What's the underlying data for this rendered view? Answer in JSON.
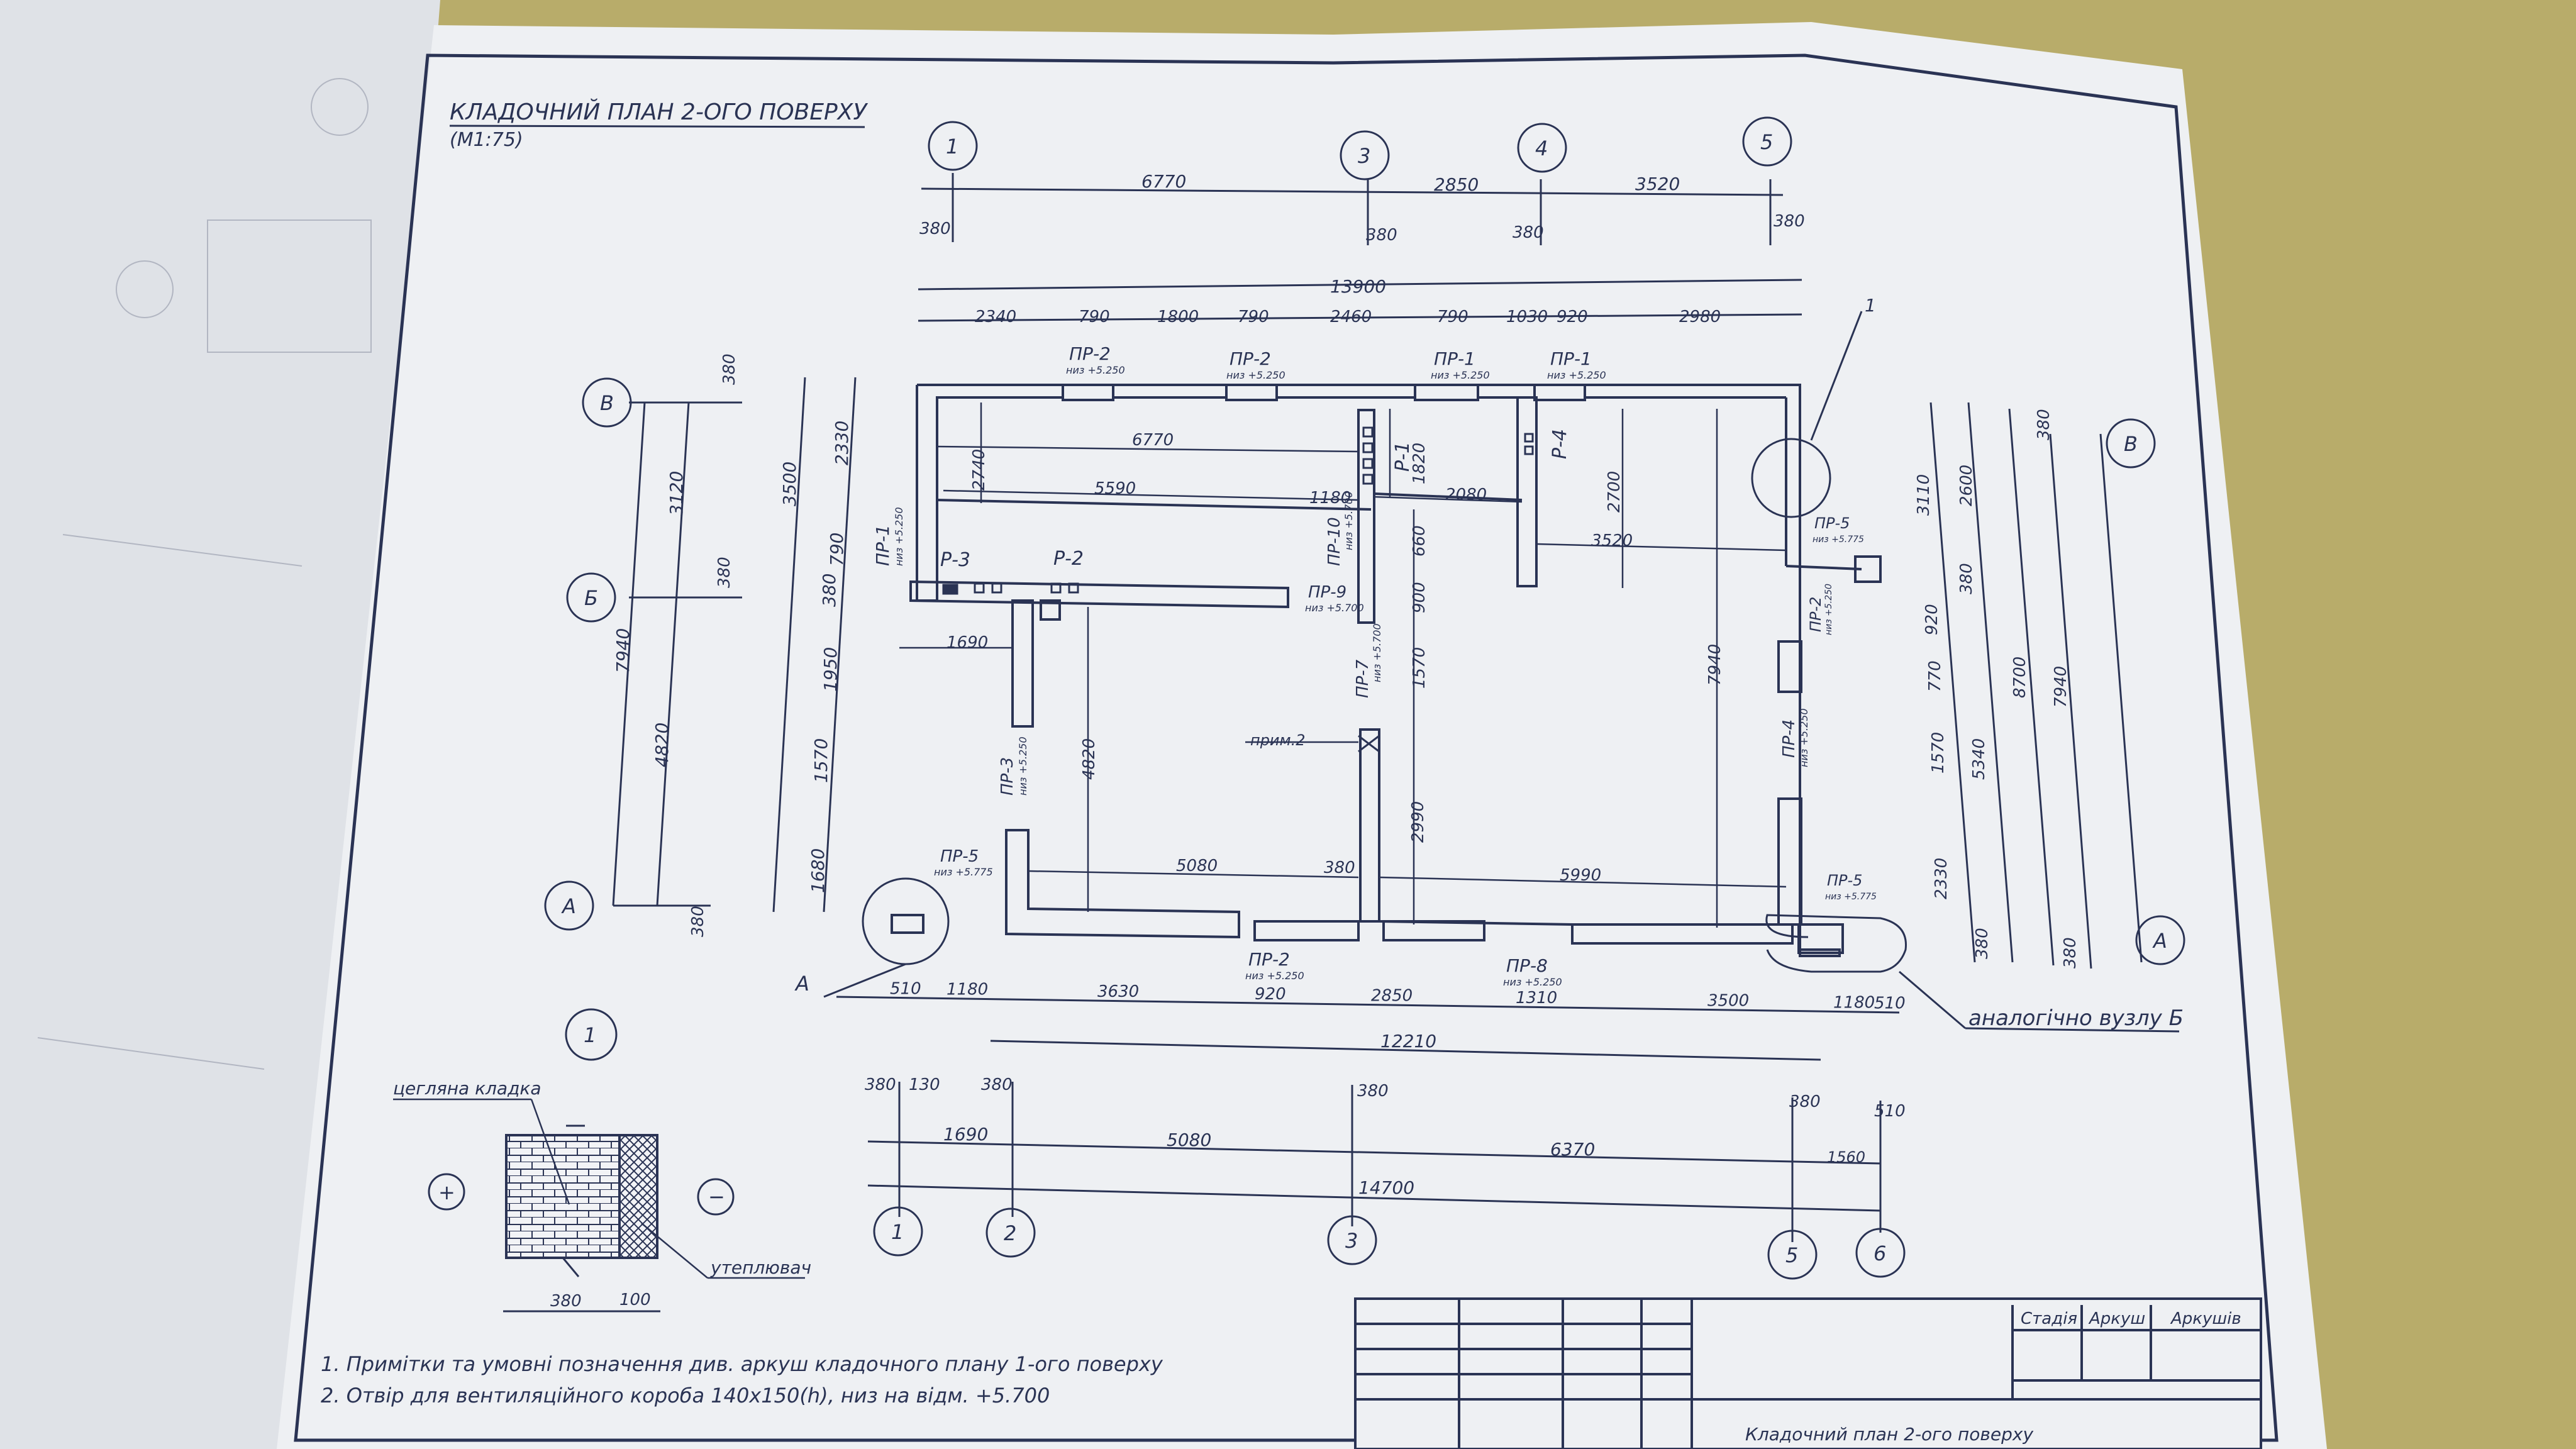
{
  "sheet": {
    "title": "КЛАДОЧНИЙ ПЛАН 2-ОГО ПОВЕРХУ",
    "scale": "(М1:75)"
  },
  "axes_top": [
    "1",
    "3",
    "4",
    "5"
  ],
  "axes_bottom": [
    "1",
    "2",
    "3",
    "5",
    "6"
  ],
  "axes_left": [
    "В",
    "Б",
    "А"
  ],
  "axes_right": [
    "В",
    "А"
  ],
  "dims_top_row1": [
    "6770",
    "2850",
    "3520"
  ],
  "dims_top_small": [
    "380",
    "380",
    "380",
    "380"
  ],
  "dim_overall_top": "13900",
  "dims_top_row3": [
    "2340",
    "790",
    "1800",
    "790",
    "2460",
    "790",
    "1030",
    "920",
    "2980"
  ],
  "lintels_top": [
    {
      "name": "ПР-2",
      "level": "низ +5.250"
    },
    {
      "name": "ПР-2",
      "level": "низ +5.250"
    },
    {
      "name": "ПР-1",
      "level": "низ +5.250"
    },
    {
      "name": "ПР-1",
      "level": "низ +5.250"
    }
  ],
  "dims_left": [
    "380",
    "3120",
    "380",
    "7940",
    "4820",
    "380"
  ],
  "dims_left_inner": [
    "3500",
    "2330",
    "790",
    "380",
    "1950",
    "1570",
    "1680"
  ],
  "dims_right": [
    "380",
    "3110",
    "2600",
    "380",
    "920",
    "770",
    "1570",
    "5340",
    "8700",
    "7940",
    "2330",
    "380",
    "380"
  ],
  "interior_dims": [
    "6770",
    "5590",
    "1180",
    "2740",
    "1820",
    "2080",
    "2700",
    "3520",
    "660",
    "900",
    "1570",
    "2990",
    "7940",
    "1690",
    "4820",
    "5080",
    "380",
    "5990"
  ],
  "plan_labels": {
    "p1": "Р-1",
    "p2": "Р-2",
    "p3": "Р-3",
    "p4": "Р-4",
    "pr1_left": "ПР-1",
    "pr1_left_level": "низ +5.250",
    "pr10": "ПР-10",
    "pr10_level": "низ +5.700",
    "pr9": "ПР-9",
    "pr9_level": "низ +5.700",
    "pr7": "ПР-7",
    "pr7_level": "низ +5.700",
    "pr3": "ПР-3",
    "pr3_level": "низ +5.250",
    "pr5_left": "ПР-5",
    "pr5_left_level": "низ +5.775",
    "pr5_right_top": "ПР-5",
    "pr5_right_top_level": "низ +5.775",
    "pr2_right": "ПР-2",
    "pr2_right_level": "низ +5.250",
    "pr4_right": "ПР-4",
    "pr4_right_level": "низ +5.250",
    "pr5_right_bot": "ПР-5",
    "pr5_right_bot_level": "низ +5.775",
    "pr2_bottom": "ПР-2",
    "pr2_bottom_level": "низ +5.250",
    "pr8_bottom": "ПР-8",
    "pr8_bottom_level": "низ +5.250",
    "prim2": "прим.2",
    "callout_1": "1",
    "node_a": "А",
    "analog": "аналогічно вузлу Б"
  },
  "dims_bottom_row1": [
    "510",
    "1180",
    "3630",
    "920",
    "2850",
    "1310",
    "3500",
    "1180",
    "510"
  ],
  "dim_bottom_12210": "12210",
  "dims_bottom_small": [
    "380",
    "130",
    "380",
    "380",
    "380",
    "510"
  ],
  "dims_bottom_row2": [
    "1690",
    "5080",
    "6370",
    "1560"
  ],
  "dim_overall_bottom": "14700",
  "node_detail": {
    "number": "1",
    "label_brick": "цегляна кладка",
    "label_insul": "утеплювач",
    "plus": "+",
    "minus": "−",
    "dim_a": "380",
    "dim_b": "100"
  },
  "notes": [
    "1. Примітки та умовні позначення див. аркуш кладочного плану 1-ого поверху",
    "2. Отвір для вентиляційного короба 140х150(h), низ на відм. +5.700"
  ],
  "title_block": {
    "col_stage": "Стадія",
    "col_sheet": "Аркуш",
    "col_sheets": "Аркушів",
    "drawing_name": "Кладочний план 2-ого поверху"
  },
  "colors": {
    "ink": "#2a3354",
    "paper": "#eef0f3",
    "table_bg": "#b8ac6a"
  }
}
